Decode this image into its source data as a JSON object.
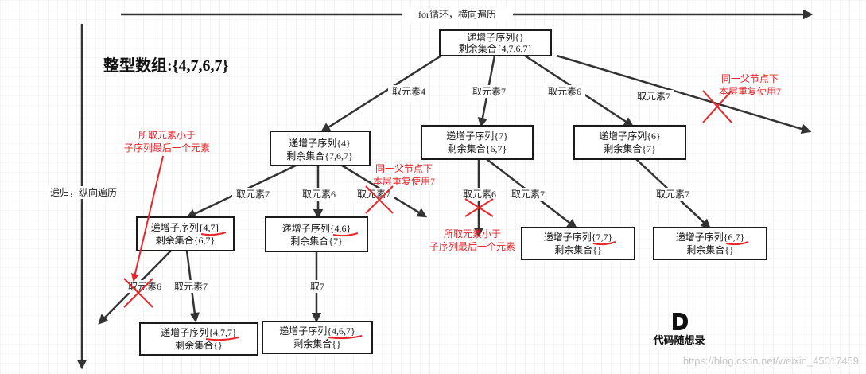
{
  "title": "整型数组:{4,7,6,7}",
  "axes": {
    "horizontal_label": "for循环，横向遍历",
    "vertical_label": "递归，纵向遍历"
  },
  "nodes": [
    {
      "id": "root",
      "line1": "递增子序列{}",
      "line2": "剩余集合{4,7,6,7}"
    },
    {
      "id": "n4",
      "line1": "递增子序列{4}",
      "line2": "剩余集合{7,6,7}"
    },
    {
      "id": "n7",
      "line1": "递增子序列{7}",
      "line2": "剩余集合{6,7}"
    },
    {
      "id": "n6",
      "line1": "递增子序列{6}",
      "line2": "剩余集合{7}"
    },
    {
      "id": "n47",
      "line1": "递增子序列{4,7}",
      "line2": "剩余集合{6,7}"
    },
    {
      "id": "n46",
      "line1": "递增子序列{4,6}",
      "line2": "剩余集合{7}"
    },
    {
      "id": "n77",
      "line1": "递增子序列{7,7}",
      "line2": "剩余集合{}"
    },
    {
      "id": "n67",
      "line1": "递增子序列{6,7}",
      "line2": "剩余集合{}"
    },
    {
      "id": "n477",
      "line1": "递增子序列{4,7,7}",
      "line2": "剩余集合{}"
    },
    {
      "id": "n467",
      "line1": "递增子序列{4,6,7}",
      "line2": "剩余集合{}"
    }
  ],
  "edges": {
    "root_4": "取元素4",
    "root_7": "取元素7",
    "root_6": "取元素6",
    "root_7b": "取元素7",
    "n4_7": "取元素7",
    "n4_6": "取元素6",
    "n4_7b": "取元素7",
    "n7_6": "取元素6",
    "n7_7": "取元素7",
    "n6_7": "取元素7",
    "n47_6": "取元素6",
    "n47_7": "取元素7",
    "n46_7": "取7"
  },
  "annotations": {
    "same_parent_l1": "同一父节点下",
    "same_parent_l2": "本层重复使用7",
    "smaller_l1": "所取元素小于",
    "smaller_l2": "子序列最后一个元素"
  },
  "logo": {
    "mark": "D",
    "text": "代码随想录"
  },
  "watermark": "https://blog.csdn.net/weixin_45017459"
}
